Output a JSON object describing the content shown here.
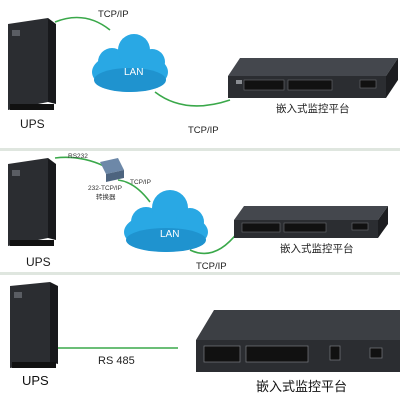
{
  "panels": [
    {
      "ups_label": "UPS",
      "protocol_top": "TCP/IP",
      "protocol_bottom": "TCP/IP",
      "cloud_label": "LAN",
      "platform_label": "嵌入式监控平台"
    },
    {
      "ups_label": "UPS",
      "serial_label": "RS232",
      "converter_label_line1": "232-TCP/IP",
      "converter_label_line2": "转换器",
      "protocol_top": "TCP/IP",
      "protocol_bottom": "TCP/IP",
      "cloud_label": "LAN",
      "platform_label": "嵌入式监控平台"
    },
    {
      "ups_label": "UPS",
      "protocol": "RS 485",
      "platform_label": "嵌入式监控平台"
    }
  ],
  "colors": {
    "link_line": "#3aa84a",
    "cloud_fill": "#29a8e4",
    "cloud_edge": "#1b7fb6",
    "device_body": "#2b2d31",
    "panel_divider": "#dfe6df"
  },
  "icons": {
    "ups": "ups-tower-icon",
    "server": "rack-server-icon",
    "converter": "serial-converter-icon",
    "cloud": "lan-cloud-icon"
  }
}
